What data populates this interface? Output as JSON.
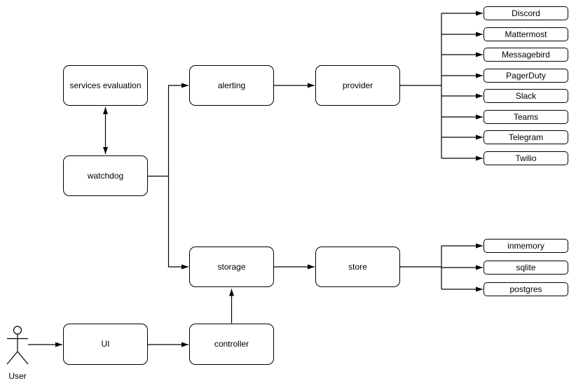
{
  "diagram": {
    "background_color": "#ffffff",
    "stroke_color": "#000000",
    "text_color": "#000000",
    "nodes": {
      "services_evaluation": "services evaluation",
      "watchdog": "watchdog",
      "alerting": "alerting",
      "provider": "provider",
      "storage": "storage",
      "store": "store",
      "ui": "UI",
      "controller": "controller"
    },
    "providers": [
      "Discord",
      "Mattermost",
      "Messagebird",
      "PagerDuty",
      "Slack",
      "Teams",
      "Telegram",
      "Twilio"
    ],
    "stores": [
      "inmemory",
      "sqlite",
      "postgres"
    ],
    "actor_label": "User",
    "edges": [
      {
        "from": "services_evaluation",
        "to": "watchdog",
        "bidirectional": true
      },
      {
        "from": "watchdog",
        "to": "alerting"
      },
      {
        "from": "watchdog",
        "to": "storage"
      },
      {
        "from": "alerting",
        "to": "provider"
      },
      {
        "from": "provider",
        "to": "Discord"
      },
      {
        "from": "provider",
        "to": "Mattermost"
      },
      {
        "from": "provider",
        "to": "Messagebird"
      },
      {
        "from": "provider",
        "to": "PagerDuty"
      },
      {
        "from": "provider",
        "to": "Slack"
      },
      {
        "from": "provider",
        "to": "Teams"
      },
      {
        "from": "provider",
        "to": "Telegram"
      },
      {
        "from": "provider",
        "to": "Twilio"
      },
      {
        "from": "storage",
        "to": "store"
      },
      {
        "from": "store",
        "to": "inmemory"
      },
      {
        "from": "store",
        "to": "sqlite"
      },
      {
        "from": "store",
        "to": "postgres"
      },
      {
        "from": "controller",
        "to": "storage"
      },
      {
        "from": "user",
        "to": "ui"
      },
      {
        "from": "ui",
        "to": "controller"
      }
    ]
  }
}
